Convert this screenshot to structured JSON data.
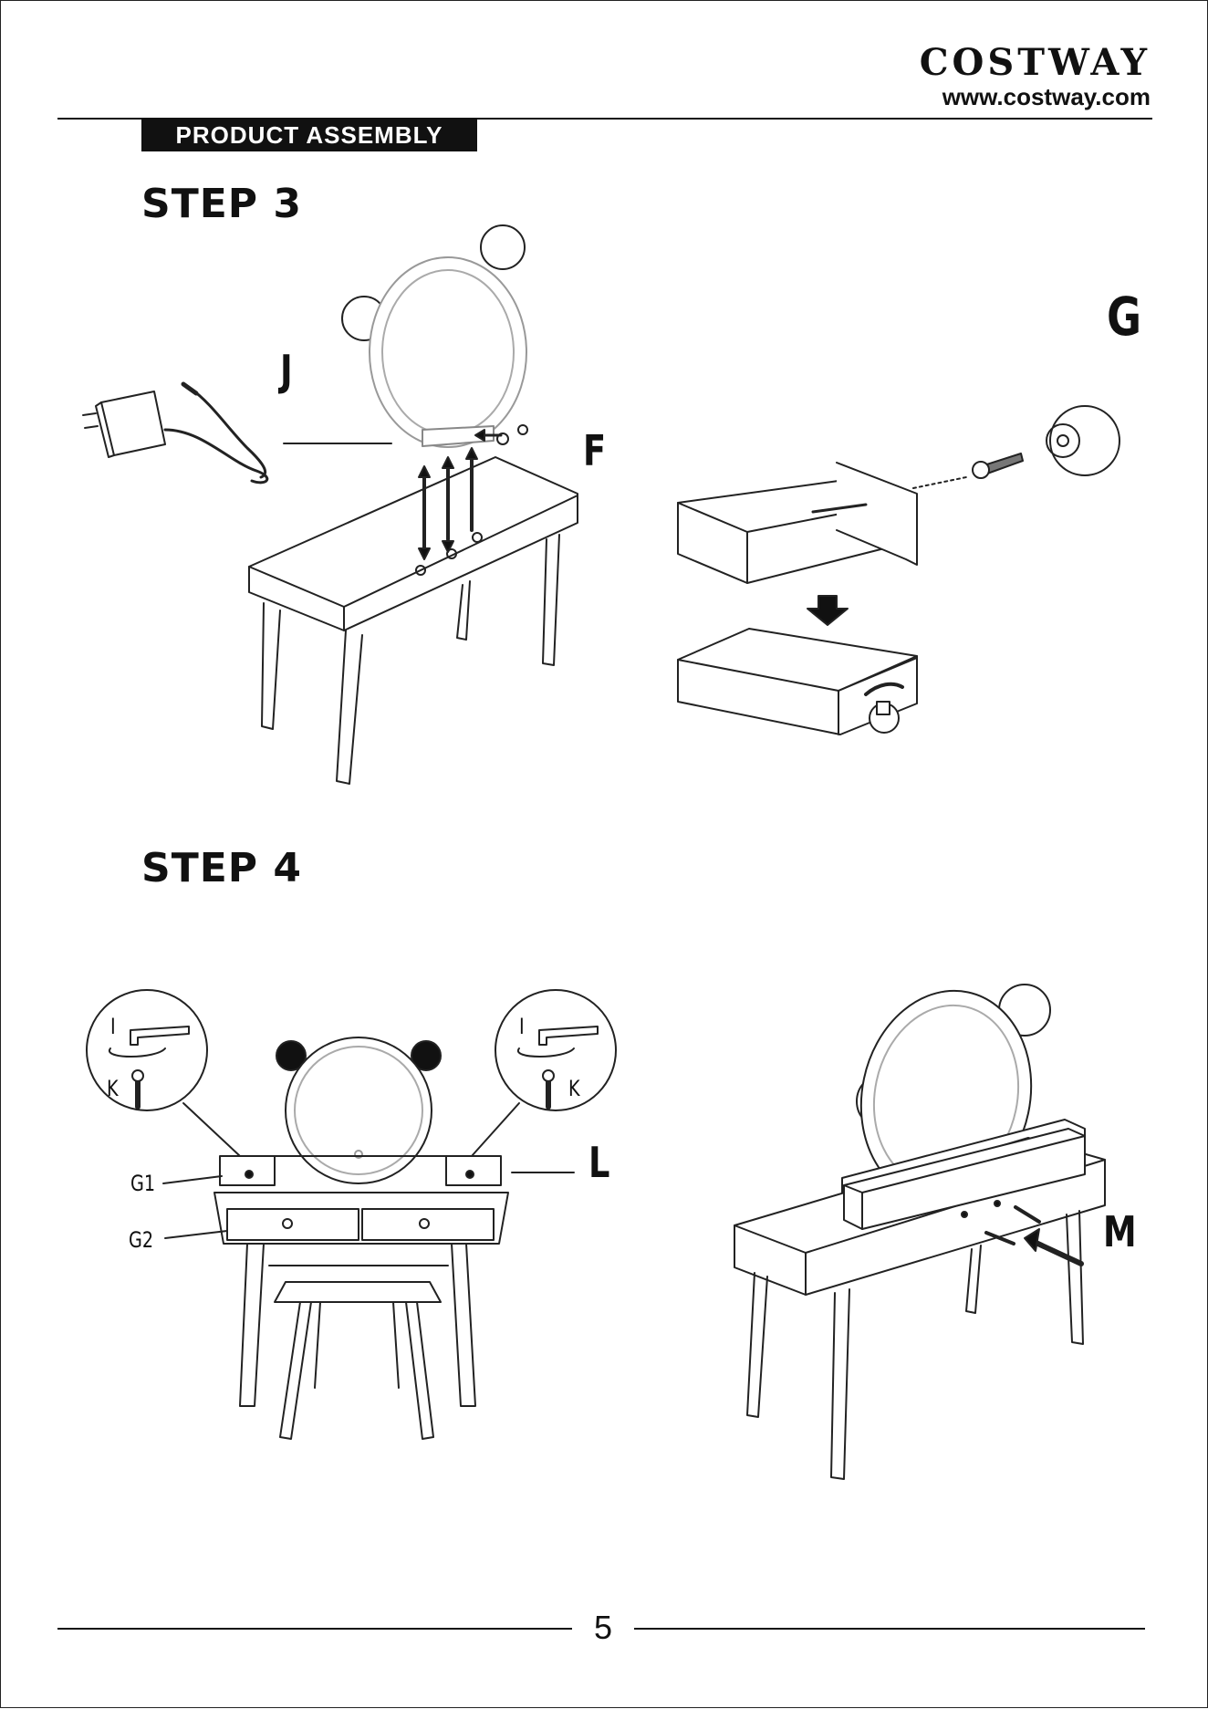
{
  "header": {
    "brand_name": "COSTWAY",
    "brand_url": "www.costway.com",
    "section": "PRODUCT ASSEMBLY"
  },
  "step3": {
    "heading": "STEP 3",
    "labels": {
      "J": "J",
      "F": "F",
      "G": "G"
    }
  },
  "step4": {
    "heading": "STEP 4",
    "labels": {
      "I_left": "I",
      "K_left": "K",
      "I_right": "I",
      "K_right": "K",
      "L": "L",
      "G1": "G1",
      "G2": "G2",
      "M": "M"
    }
  },
  "footer": {
    "page_number": "5"
  }
}
